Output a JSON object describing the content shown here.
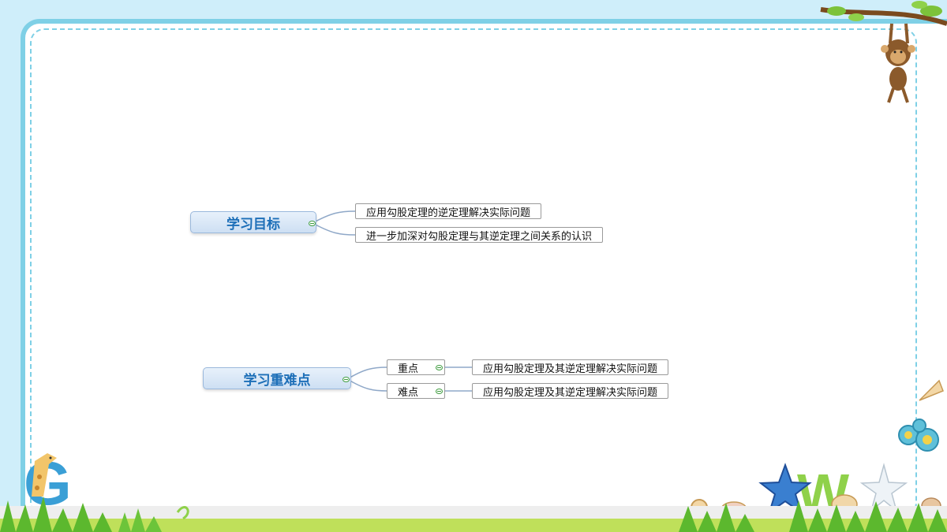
{
  "mindmap": {
    "goals": {
      "title": "学习目标",
      "items": [
        "应用勾股定理的逆定理解决实际问题",
        "进一步加深对勾股定理与其逆定理之间关系的认识"
      ]
    },
    "focus": {
      "title": "学习重难点",
      "branches": [
        {
          "label": "重点",
          "detail": "应用勾股定理及其逆定理解决实际问题"
        },
        {
          "label": "难点",
          "detail": "应用勾股定理及其逆定理解决实际问题"
        }
      ]
    }
  },
  "decor": {
    "letter_g": "G",
    "letter_w": "W",
    "icons": [
      "monkey-icon",
      "giraffe-icon",
      "starfish-icon",
      "shell-icon",
      "flower-icon",
      "grass-icon",
      "branch-icon"
    ]
  }
}
